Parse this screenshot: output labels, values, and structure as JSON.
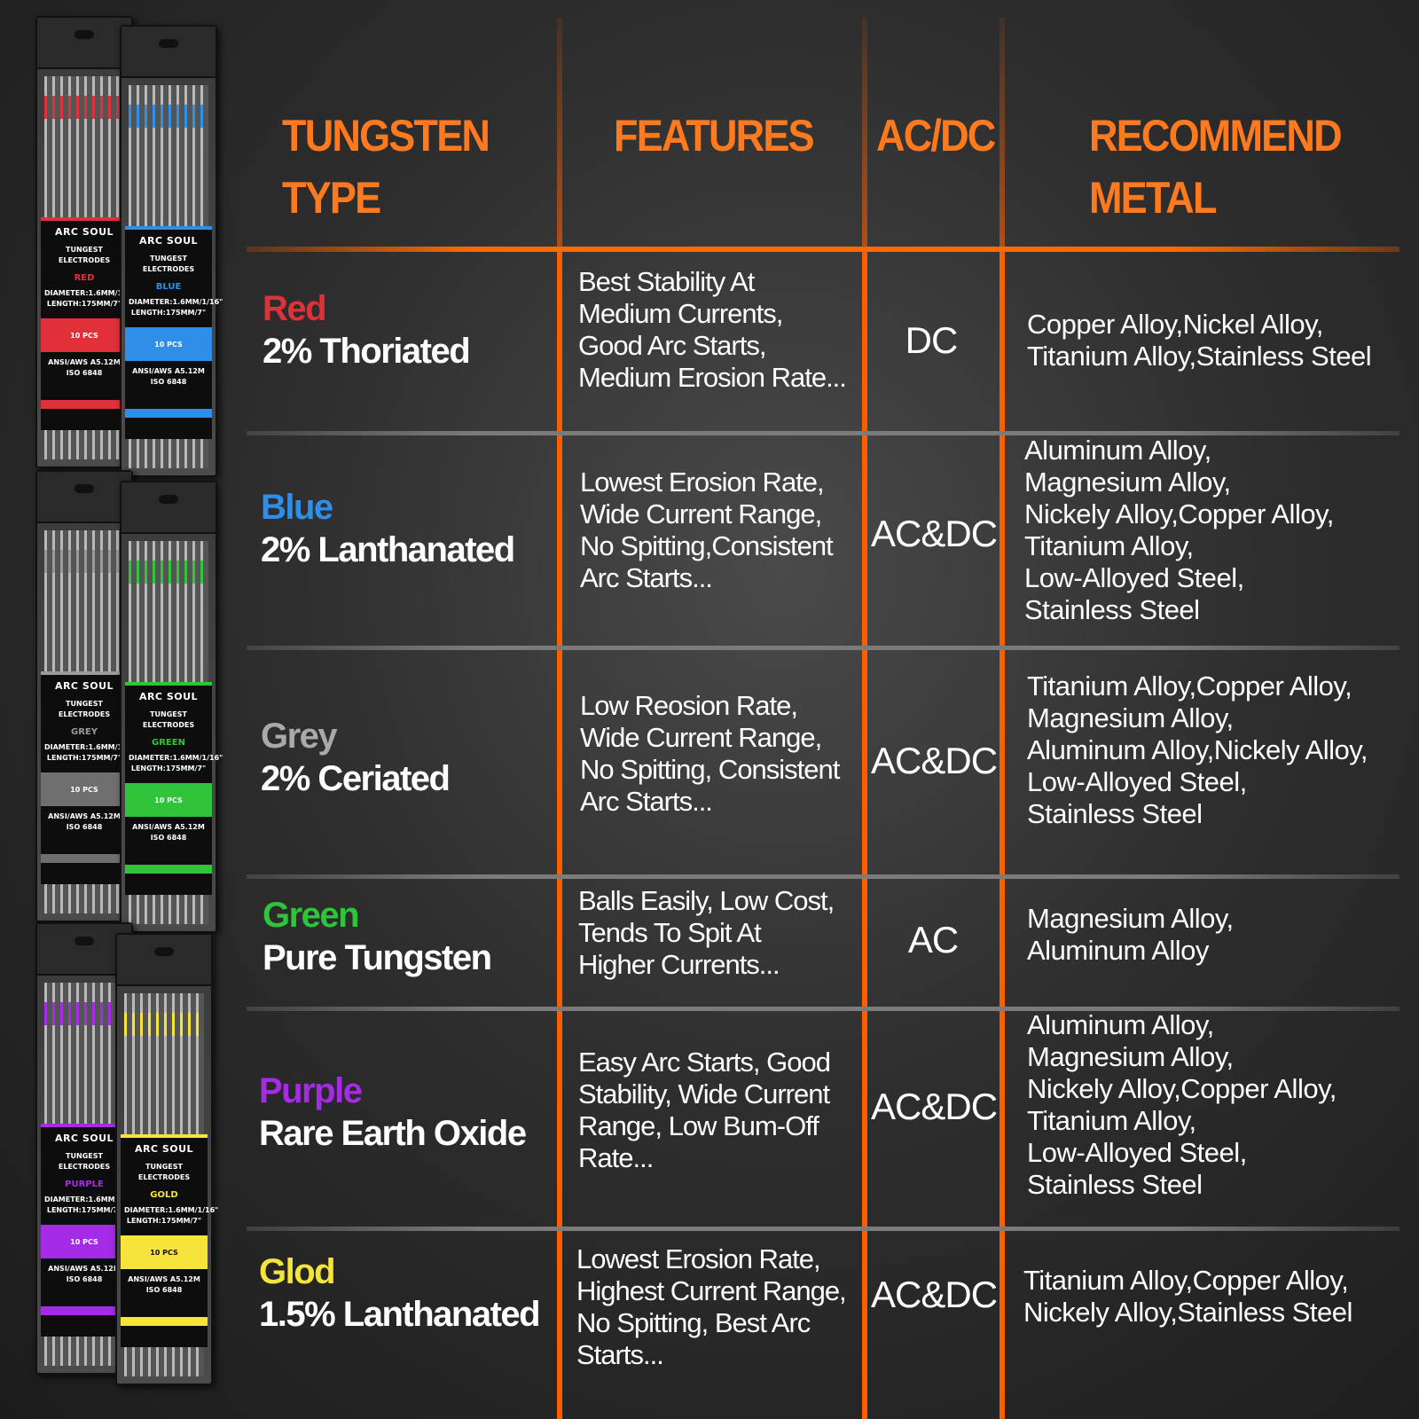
{
  "colors": {
    "accent": "#ff6a00",
    "header_text": "#ff7a1f",
    "red": "#e0303a",
    "blue": "#2f8ee8",
    "grey": "#a9a9a9",
    "green": "#2fc43a",
    "purple": "#a52be6",
    "gold": "#f6e43a"
  },
  "headers": {
    "type_line1": "TUNGSTEN",
    "type_line2": "TYPE",
    "features": "FEATURES",
    "acdc": "AC/DC",
    "metal_line1": "RECOMMEND",
    "metal_line2": "METAL"
  },
  "rows": [
    {
      "color": "Red",
      "type": "2% Thoriated",
      "features": [
        "Best Stability At",
        "Medium Currents,",
        "Good Arc Starts,",
        "Medium Erosion Rate..."
      ],
      "acdc": "DC",
      "metal": [
        "Copper Alloy,Nickel Alloy,",
        "Titanium Alloy,Stainless Steel"
      ]
    },
    {
      "color": "Blue",
      "type": "2% Lanthanated",
      "features": [
        "Lowest Erosion Rate,",
        "Wide Current Range,",
        "No Spitting,Consistent",
        "Arc Starts..."
      ],
      "acdc": "AC&DC",
      "metal": [
        "Aluminum Alloy,",
        "Magnesium Alloy,",
        "Nickely Alloy,Copper Alloy,",
        "Titanium Alloy,",
        "Low-Alloyed Steel,",
        "Stainless Steel"
      ]
    },
    {
      "color": "Grey",
      "type": "2% Ceriated",
      "features": [
        "Low Reosion Rate,",
        "Wide Current Range,",
        "No Spitting, Consistent",
        "Arc Starts..."
      ],
      "acdc": "AC&DC",
      "metal": [
        "Titanium Alloy,Copper Alloy,",
        "Magnesium Alloy,",
        "Aluminum Alloy,Nickely Alloy,",
        "Low-Alloyed Steel,",
        "Stainless Steel"
      ]
    },
    {
      "color": "Green",
      "type": "Pure Tungsten",
      "features": [
        "Balls Easily, Low Cost,",
        "Tends To Spit At",
        "Higher Currents..."
      ],
      "acdc": "AC",
      "metal": [
        "Magnesium Alloy,",
        "Aluminum Alloy"
      ]
    },
    {
      "color": "Purple",
      "type": "Rare Earth Oxide",
      "features": [
        "Easy Arc Starts, Good",
        "Stability, Wide Current",
        "Range, Low  Bum-Off",
        "Rate..."
      ],
      "acdc": "AC&DC",
      "metal": [
        "Aluminum Alloy,",
        "Magnesium Alloy,",
        "Nickely Alloy,Copper Alloy,",
        "Titanium Alloy,",
        "Low-Alloyed Steel,",
        "Stainless Steel"
      ]
    },
    {
      "color": "Glod",
      "type": "1.5% Lanthanated",
      "features": [
        "Lowest Erosion Rate,",
        "Highest Current Range,",
        "No Spitting, Best Arc",
        "Starts..."
      ],
      "acdc": "AC&DC",
      "metal": [
        "Titanium Alloy,Copper Alloy,",
        "Nickely Alloy,Stainless Steel"
      ]
    }
  ],
  "packs": {
    "brand": "ARC SOUL",
    "product_line1": "TUNGEST",
    "product_line2": "ELECTRODES",
    "spec_diameter": "DIAMETER:1.6MM/1/16\"",
    "spec_length": "LENGTH:175MM/7\"",
    "count": "10 PCS",
    "standard": "ANSI/AWS A5.12M",
    "iso": "ISO 6848",
    "names": [
      "RED",
      "BLUE",
      "GREY",
      "GREEN",
      "PURPLE",
      "GOLD"
    ]
  }
}
